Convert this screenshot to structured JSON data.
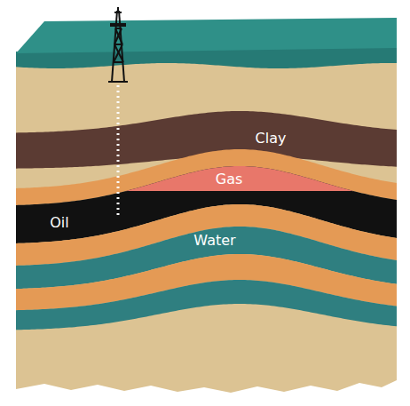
{
  "diagram": {
    "labels": [
      "Clay",
      "Gas",
      "Oil",
      "Water"
    ]
  }
}
